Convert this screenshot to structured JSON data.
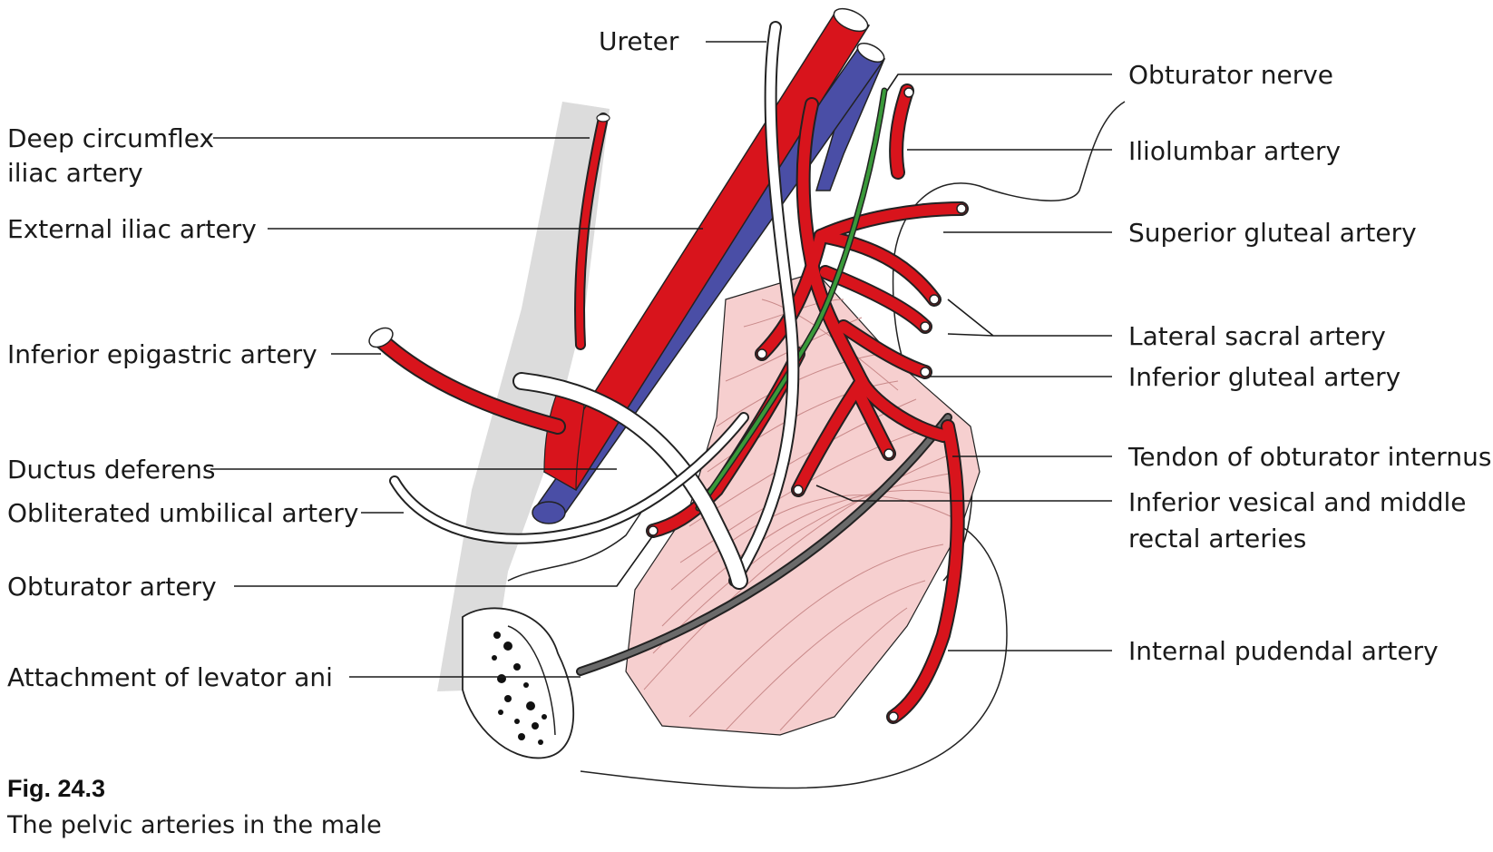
{
  "figure": {
    "number": "Fig. 24.3",
    "caption": "The pelvic arteries in the male"
  },
  "labels": {
    "ureter": "Ureter",
    "obturator_nerve": "Obturator nerve",
    "iliolumbar_artery": "Iliolumbar artery",
    "superior_gluteal_artery": "Superior gluteal artery",
    "lateral_sacral_artery": "Lateral sacral artery",
    "inferior_gluteal_artery": "Inferior gluteal artery",
    "tendon_obturator_internus": "Tendon of obturator internus",
    "inferior_vesical_line1": "Inferior vesical and middle",
    "inferior_vesical_line2": "rectal arteries",
    "internal_pudendal_artery": "Internal pudendal artery",
    "deep_circumflex_line1": "Deep circumflex",
    "deep_circumflex_line2": "iliac artery",
    "external_iliac_artery": "External iliac artery",
    "inferior_epigastric_artery": "Inferior epigastric artery",
    "ductus_deferens": "Ductus deferens",
    "obliterated_umbilical_artery": "Obliterated umbilical artery",
    "obturator_artery": "Obturator artery",
    "attachment_levator_ani": "Attachment of levator ani"
  },
  "colors": {
    "artery": "#d8141c",
    "vein": "#4a4ea6",
    "nerve": "#3a9a3a",
    "muscle": "#f6cfcf",
    "tendon": "#6a6a6a",
    "bone_shadow": "#dcdcdc"
  }
}
